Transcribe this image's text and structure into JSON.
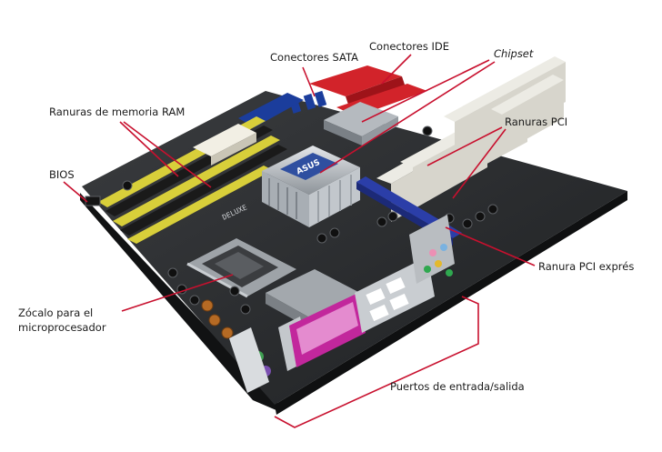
{
  "labels": {
    "sata": "Conectores SATA",
    "ide": "Conectores IDE",
    "chipset": "Chipset",
    "ram": "Ranuras de memoria RAM",
    "pci": "Ranuras PCI",
    "bios": "BIOS",
    "pcie": "Ranura PCI exprés",
    "socket_line1": "Zócalo para el",
    "socket_line2": "microprocesador",
    "io": "Puertos de entrada/salida"
  },
  "board_text": {
    "brand": "ASUS",
    "model": "DELUXE"
  },
  "colors": {
    "pointer": "#c8102e",
    "board": "#2c2e30",
    "ram_slot": "#d8cf3a",
    "pcie_slot": "#2b3ea8",
    "pci_slot": "#ecebe4",
    "ide_connector": "#d2232a",
    "sata_connector": "#1b3d9c"
  }
}
